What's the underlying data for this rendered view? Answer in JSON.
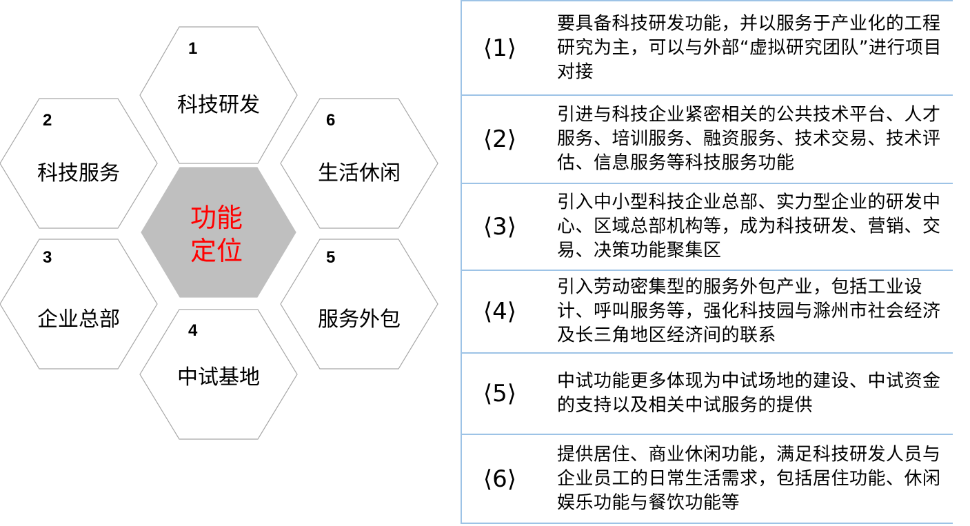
{
  "diagram": {
    "center": {
      "line1": "功能",
      "line2": "定位"
    },
    "hexagons": [
      {
        "num": "1",
        "label": "科技研发"
      },
      {
        "num": "2",
        "label": "科技服务"
      },
      {
        "num": "3",
        "label": "企业总部"
      },
      {
        "num": "4",
        "label": "中试基地"
      },
      {
        "num": "5",
        "label": "服务外包"
      },
      {
        "num": "6",
        "label": "生活休闲"
      }
    ]
  },
  "table": {
    "rows": [
      {
        "marker": "⟨1⟩",
        "text": "要具备科技研发功能，并以服务于产业化的工程研究为主，可以与外部“虚拟研究团队”进行项目对接"
      },
      {
        "marker": "⟨2⟩",
        "text": "引进与科技企业紧密相关的公共技术平台、人才服务、培训服务、融资服务、技术交易、技术评估、信息服务等科技服务功能"
      },
      {
        "marker": "⟨3⟩",
        "text": "引入中小型科技企业总部、实力型企业的研发中心、区域总部机构等，成为科技研发、营销、交易、决策功能聚集区"
      },
      {
        "marker": "⟨4⟩",
        "text": "引入劳动密集型的服务外包产业，包括工业设计、呼叫服务等，强化科技园与滁州市社会经济及长三角地区经济间的联系"
      },
      {
        "marker": "⟨5⟩",
        "text": "中试功能更多体现为中试场地的建设、中试资金的支持以及相关中试服务的提供"
      },
      {
        "marker": "⟨6⟩",
        "text": "提供居住、商业休闲功能，满足科技研发人员与企业员工的日常生活需求，包括居住功能、休闲娱乐功能与餐饮功能等"
      }
    ]
  }
}
